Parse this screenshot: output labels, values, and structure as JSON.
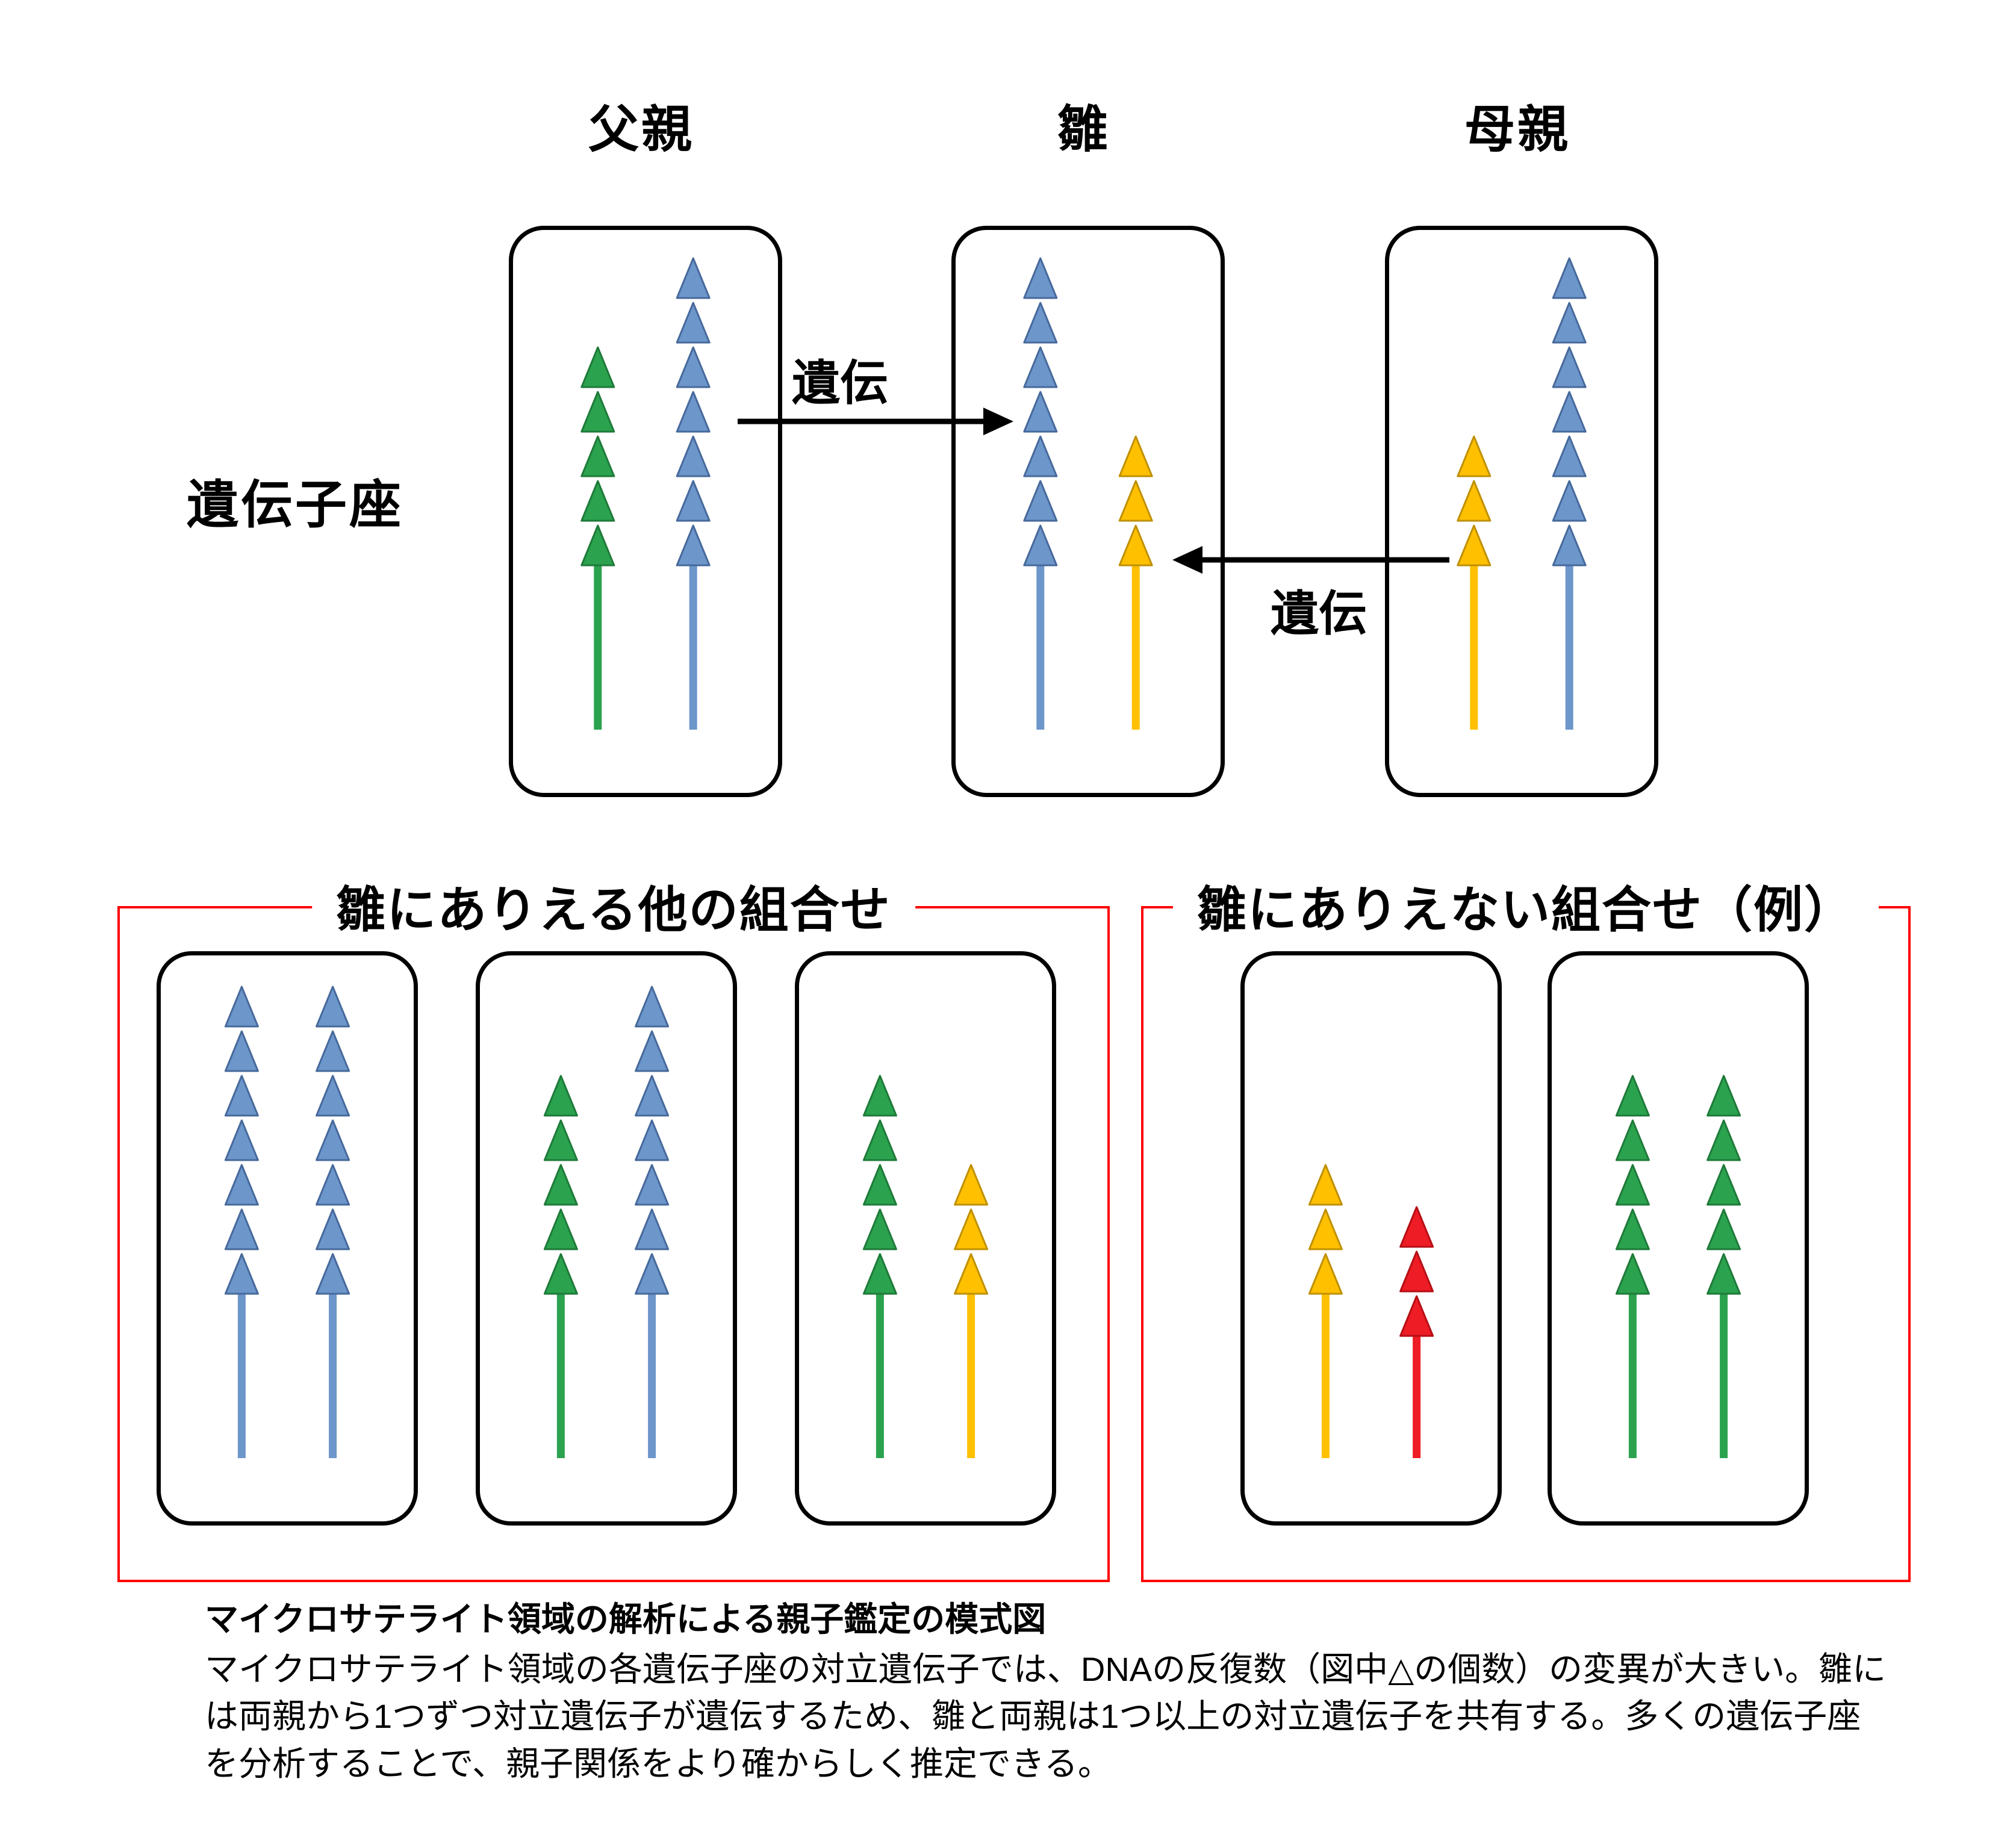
{
  "top_labels": {
    "father": "父親",
    "chick": "雛",
    "mother": "母親",
    "locus": "遺伝子座",
    "inherit1": "遺伝",
    "inherit2": "遺伝"
  },
  "palette": {
    "green": {
      "fill": "#2BA24E",
      "stroke": "#1E7A39"
    },
    "blue": {
      "fill": "#6D96CB",
      "stroke": "#46699B"
    },
    "yellow": {
      "fill": "#FFC000",
      "stroke": "#BF9000"
    },
    "red": {
      "fill": "#EE1C25",
      "stroke": "#B50F16"
    }
  },
  "group_border_color": "#ff0000",
  "box_border_color": "#000000",
  "boxes": {
    "father": {
      "alleles": [
        {
          "color": "green",
          "repeats": 5
        },
        {
          "color": "blue",
          "repeats": 7
        }
      ]
    },
    "chick": {
      "alleles": [
        {
          "color": "blue",
          "repeats": 7
        },
        {
          "color": "yellow",
          "repeats": 3
        }
      ]
    },
    "mother": {
      "alleles": [
        {
          "color": "yellow",
          "repeats": 3
        },
        {
          "color": "blue",
          "repeats": 7
        }
      ]
    }
  },
  "possible_group": {
    "title": "雛にありえる他の組合せ",
    "boxes": [
      {
        "alleles": [
          {
            "color": "blue",
            "repeats": 7
          },
          {
            "color": "blue",
            "repeats": 7
          }
        ]
      },
      {
        "alleles": [
          {
            "color": "green",
            "repeats": 5
          },
          {
            "color": "blue",
            "repeats": 7
          }
        ]
      },
      {
        "alleles": [
          {
            "color": "green",
            "repeats": 5
          },
          {
            "color": "yellow",
            "repeats": 3
          }
        ]
      }
    ]
  },
  "impossible_group": {
    "title": "雛にありえない組合せ（例）",
    "boxes": [
      {
        "alleles": [
          {
            "color": "yellow",
            "repeats": 3
          },
          {
            "color": "red",
            "repeats": 3,
            "stem": 195
          }
        ]
      },
      {
        "alleles": [
          {
            "color": "green",
            "repeats": 5
          },
          {
            "color": "green",
            "repeats": 5
          }
        ]
      }
    ]
  },
  "caption": {
    "title": "マイクロサテライト領域の解析による親子鑑定の模式図",
    "body": "マイクロサテライト領域の各遺伝子座の対立遺伝子では、DNAの反復数（図中△の個数）の変異が大きい。雛には両親から1つずつ対立遺伝子が遺伝するため、雛と両親は1つ以上の対立遺伝子を共有する。多くの遺伝子座を分析することで、親子関係をより確からしく推定できる。"
  }
}
